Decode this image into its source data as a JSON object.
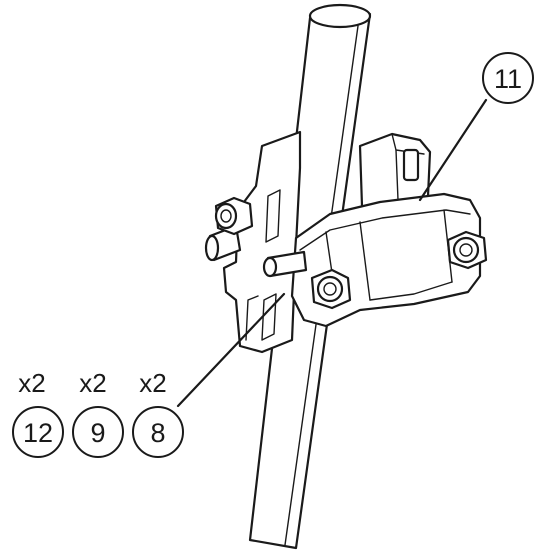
{
  "callouts": [
    {
      "id": "11",
      "label": "11",
      "qty": ""
    },
    {
      "id": "12",
      "label": "12",
      "qty": "x2"
    },
    {
      "id": "9",
      "label": "9",
      "qty": "x2"
    },
    {
      "id": "8",
      "label": "8",
      "qty": "x2"
    }
  ],
  "colors": {
    "line": "#1a1a1a",
    "background": "#ffffff"
  }
}
